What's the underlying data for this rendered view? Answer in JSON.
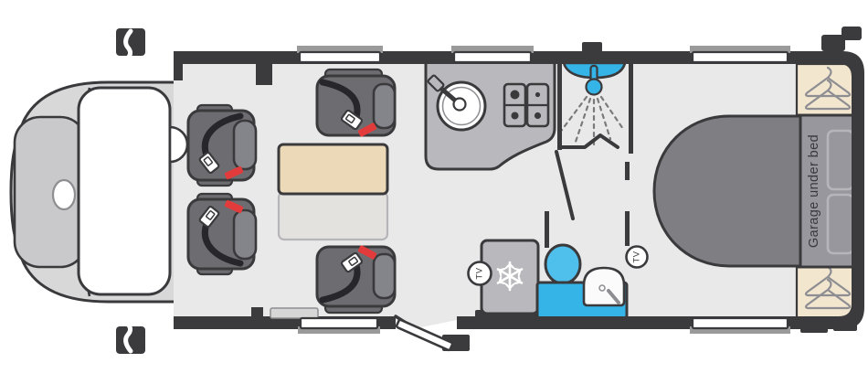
{
  "floorplan": {
    "type": "motorhome-floorplan-top-view",
    "labels": {
      "garage": "Garage under bed",
      "tv_front": "TV",
      "tv_rear": "TV"
    },
    "colors": {
      "wall": "#3b3b3e",
      "outline": "#3a3a3d",
      "floor": "#e9e9e9",
      "cab_body": "#d8d8d8",
      "counter": "#b9b9bd",
      "seat": "#6d6d71",
      "seat_trim": "#84848b",
      "bed": "#7e7e83",
      "garage_panel": "#97979d",
      "wardrobe": "#f2e6cf",
      "table": "#ecd9b8",
      "table_leaf": "#e4e2df",
      "accent_blue": "#35b4e8",
      "toilet_blue": "#4fc0ec",
      "belt": "#27272b",
      "belt_red": "#e23b3b",
      "storage_outline": "#b6b6ba",
      "text": "#3a3a3d",
      "window_lip": "#9a9a9a"
    },
    "icons": [
      "wing-mirror-icon",
      "steering-wheel-icon",
      "seatbelt-icon",
      "buckle-icon",
      "sink-icon",
      "tap-icon",
      "hob-icon",
      "shower-head-icon",
      "spray-icon",
      "snowflake-icon",
      "tv-point-icon",
      "toilet-icon",
      "basin-icon",
      "hanger-icon",
      "bed-icon",
      "entrance-door-icon",
      "window-icon"
    ]
  }
}
